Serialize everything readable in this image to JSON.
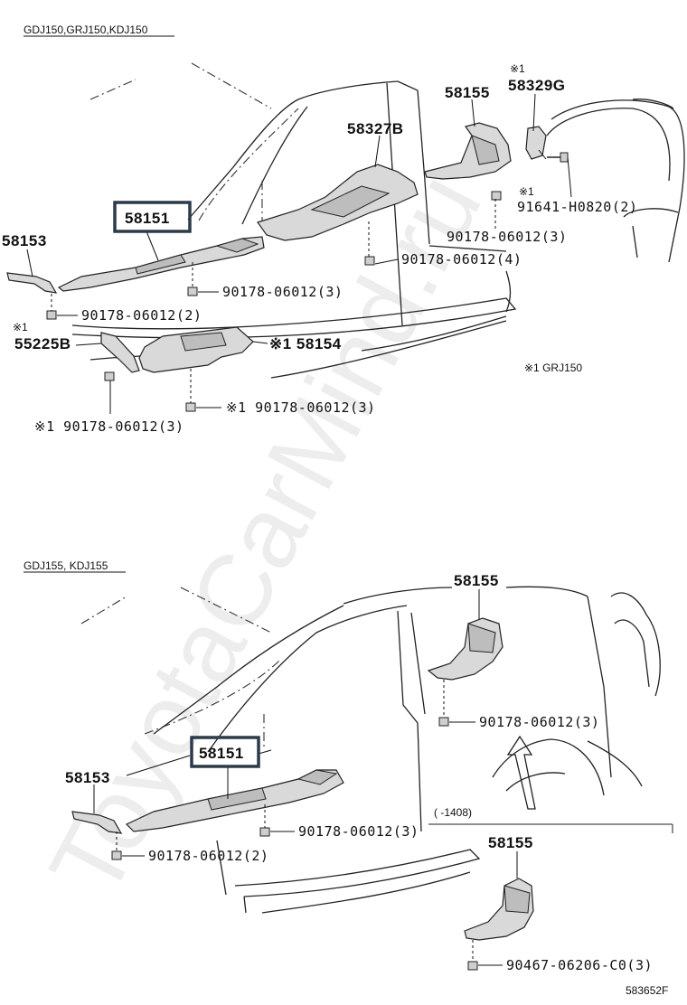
{
  "watermark": "ToyotaCarMind.ru",
  "top_section": {
    "header": "GDJ150,GRJ150,KDJ150",
    "note": "※1 GRJ150",
    "labels": {
      "p58155": "58155",
      "p58329g_mark": "※1",
      "p58329g": "58329G",
      "p58327b": "58327B",
      "p58151": "58151",
      "p58153": "58153",
      "mark_55225b": "※1",
      "p55225b": "55225B",
      "p58154": "※1 58154",
      "b91641_mark": "※1",
      "b91641": "91641-H0820(2)",
      "n_right": "90178-06012(3)",
      "n_center": "90178-06012(4)",
      "n_mid": "90178-06012(3)",
      "n_left": "90178-06012(2)",
      "n_low": "※1 90178-06012(3)",
      "n_bottom": "※1 90178-06012(3)"
    }
  },
  "bottom_section": {
    "header": "GDJ155, KDJ155",
    "bracket_note": "(   -1408)",
    "labels": {
      "p58155_top": "58155",
      "p58151": "58151",
      "p58153": "58153",
      "p58155_bottom": "58155",
      "n_top": "90178-06012(3)",
      "n_mid": "90178-06012(3)",
      "n_left": "90178-06012(2)",
      "n_bottom": "90467-06206-C0(3)"
    }
  },
  "footer_code": "583652F"
}
